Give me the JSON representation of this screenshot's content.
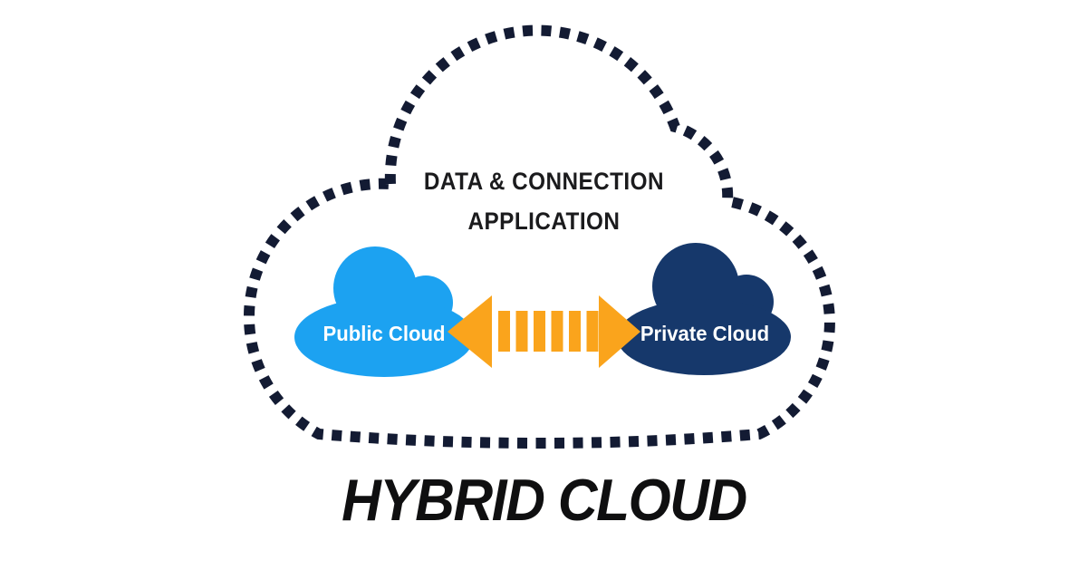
{
  "diagram": {
    "title": "HYBRID CLOUD",
    "inner_labels": {
      "line1": "DATA & CONNECTION",
      "line2": "APPLICATION"
    },
    "nodes": {
      "public": {
        "label": "Public Cloud"
      },
      "private": {
        "label": "Private Cloud"
      }
    },
    "connector": {
      "type": "bidirectional-striped-arrow",
      "meaning": "data, connection and application exchange between public and private cloud"
    },
    "colors": {
      "background": "#FFFFFF",
      "outline_dash": "#131B33",
      "public_cloud": "#1CA2F1",
      "private_cloud": "#16386B",
      "arrow_orange": "#FAA41C",
      "inner_text": "#1B1B1D",
      "cloud_label_text": "#FFFFFF",
      "title_text": "#0F0F10"
    }
  }
}
